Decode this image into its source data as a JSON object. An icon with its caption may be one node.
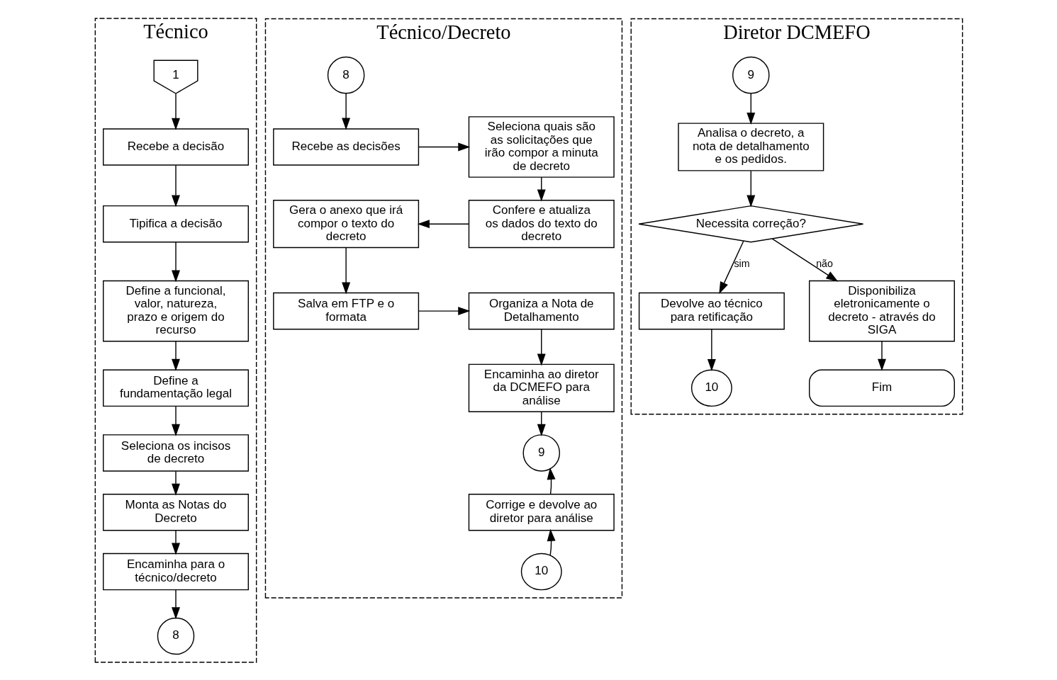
{
  "diagram": {
    "nodes": [
      {
        "text": [
          "Técnico"
        ]
      },
      {
        "text": [
          "Técnico/Decreto"
        ]
      },
      {
        "text": [
          "Diretor DCMEFO"
        ]
      },
      {
        "text": [
          "1"
        ],
        "in": 0
      },
      {
        "text": [
          "Recebe a decisão"
        ],
        "in": 0
      },
      {
        "text": [
          "Tipifica a decisão"
        ],
        "in": 0
      },
      {
        "text": [
          "Define a funcional, valor, natureza, prazo e origem do recurso"
        ],
        "in": 0
      },
      {
        "text": [
          "Define a fundamentação legal"
        ],
        "in": 0
      },
      {
        "text": [
          "Seleciona os incisos de decreto"
        ],
        "in": 0
      },
      {
        "text": [
          "Monta as Notas do Decreto"
        ],
        "in": 0
      },
      {
        "text": [
          "Encaminha para o técnico/decreto"
        ],
        "in": 0
      },
      {
        "text": [
          "8"
        ],
        "in": 0
      },
      {
        "text": [
          "8"
        ],
        "in": 1
      },
      {
        "text": [
          "Recebe as decisões"
        ],
        "in": 1
      },
      {
        "text": [
          "Seleciona quais são as solicitações que irão compor a minuta de decreto"
        ],
        "in": 1
      },
      {
        "text": [
          "Gera o anexo que irá compor o texto do decreto"
        ],
        "in": 1
      },
      {
        "text": [
          "Confere e atualiza os dados do texto do decreto"
        ],
        "in": 1
      },
      {
        "text": [
          "Salva em FTP e o formata"
        ],
        "in": 1
      },
      {
        "text": [
          "Organiza a Nota de Detalhamento"
        ],
        "in": 1
      },
      {
        "text": [
          "Encaminha ao diretor da DCMEFO para análise"
        ],
        "in": 1
      },
      {
        "text": [
          "9"
        ],
        "in": 1
      },
      {
        "text": [
          "Corrige e devolve ao diretor para análise"
        ],
        "in": 1
      },
      {
        "text": [
          "10"
        ],
        "in": 1
      },
      {
        "text": [
          "9"
        ],
        "in": 2
      },
      {
        "text": [
          "Analisa o decreto, a nota de detalhamento e os pedidos."
        ],
        "in": 2
      },
      {
        "text": [
          "Necessita correção?"
        ],
        "in": 2
      },
      {
        "text": [
          "Devolve ao técnico para retificação"
        ],
        "in": 2
      },
      {
        "text": [
          "Disponibiliza eletronicamente o decreto - através do SIGA"
        ],
        "in": 2
      },
      {
        "text": [
          "10"
        ],
        "in": 2
      },
      {
        "text": [
          "Fim"
        ],
        "in": 2
      }
    ],
    "edges": [
      {
        "from": 3,
        "to": 4,
        "arrow": "to"
      },
      {
        "from": 4,
        "to": 5,
        "arrow": "to"
      },
      {
        "from": 5,
        "to": 6,
        "arrow": "to"
      },
      {
        "from": 6,
        "to": 7,
        "arrow": "to"
      },
      {
        "from": 7,
        "to": 8,
        "arrow": "to"
      },
      {
        "from": 8,
        "to": 9,
        "arrow": "to"
      },
      {
        "from": 9,
        "to": 10,
        "arrow": "to"
      },
      {
        "from": 10,
        "to": 11,
        "arrow": "to"
      },
      {
        "from": 12,
        "to": 13,
        "arrow": "to"
      },
      {
        "from": 13,
        "to": 14,
        "arrow": "to"
      },
      {
        "from": 14,
        "to": 16,
        "arrow": "to"
      },
      {
        "from": 16,
        "to": 15,
        "arrow": "to"
      },
      {
        "from": 15,
        "to": 17,
        "arrow": "to"
      },
      {
        "from": 17,
        "to": 18,
        "arrow": "to"
      },
      {
        "from": 18,
        "to": 19,
        "arrow": "to"
      },
      {
        "from": 19,
        "to": 20,
        "arrow": "to"
      },
      {
        "from": 21,
        "to": 20,
        "arrow": "to"
      },
      {
        "from": 22,
        "to": 21,
        "arrow": "to"
      },
      {
        "from": 23,
        "to": 24,
        "arrow": "to"
      },
      {
        "from": 24,
        "to": 25,
        "arrow": "to"
      },
      {
        "from": 25,
        "to": 26,
        "label": "sim",
        "arrow": "to"
      },
      {
        "from": 25,
        "to": 27,
        "label": "não",
        "arrow": "to"
      },
      {
        "from": 26,
        "to": 28,
        "arrow": "to"
      },
      {
        "from": 27,
        "to": 29,
        "arrow": "to"
      }
    ]
  }
}
